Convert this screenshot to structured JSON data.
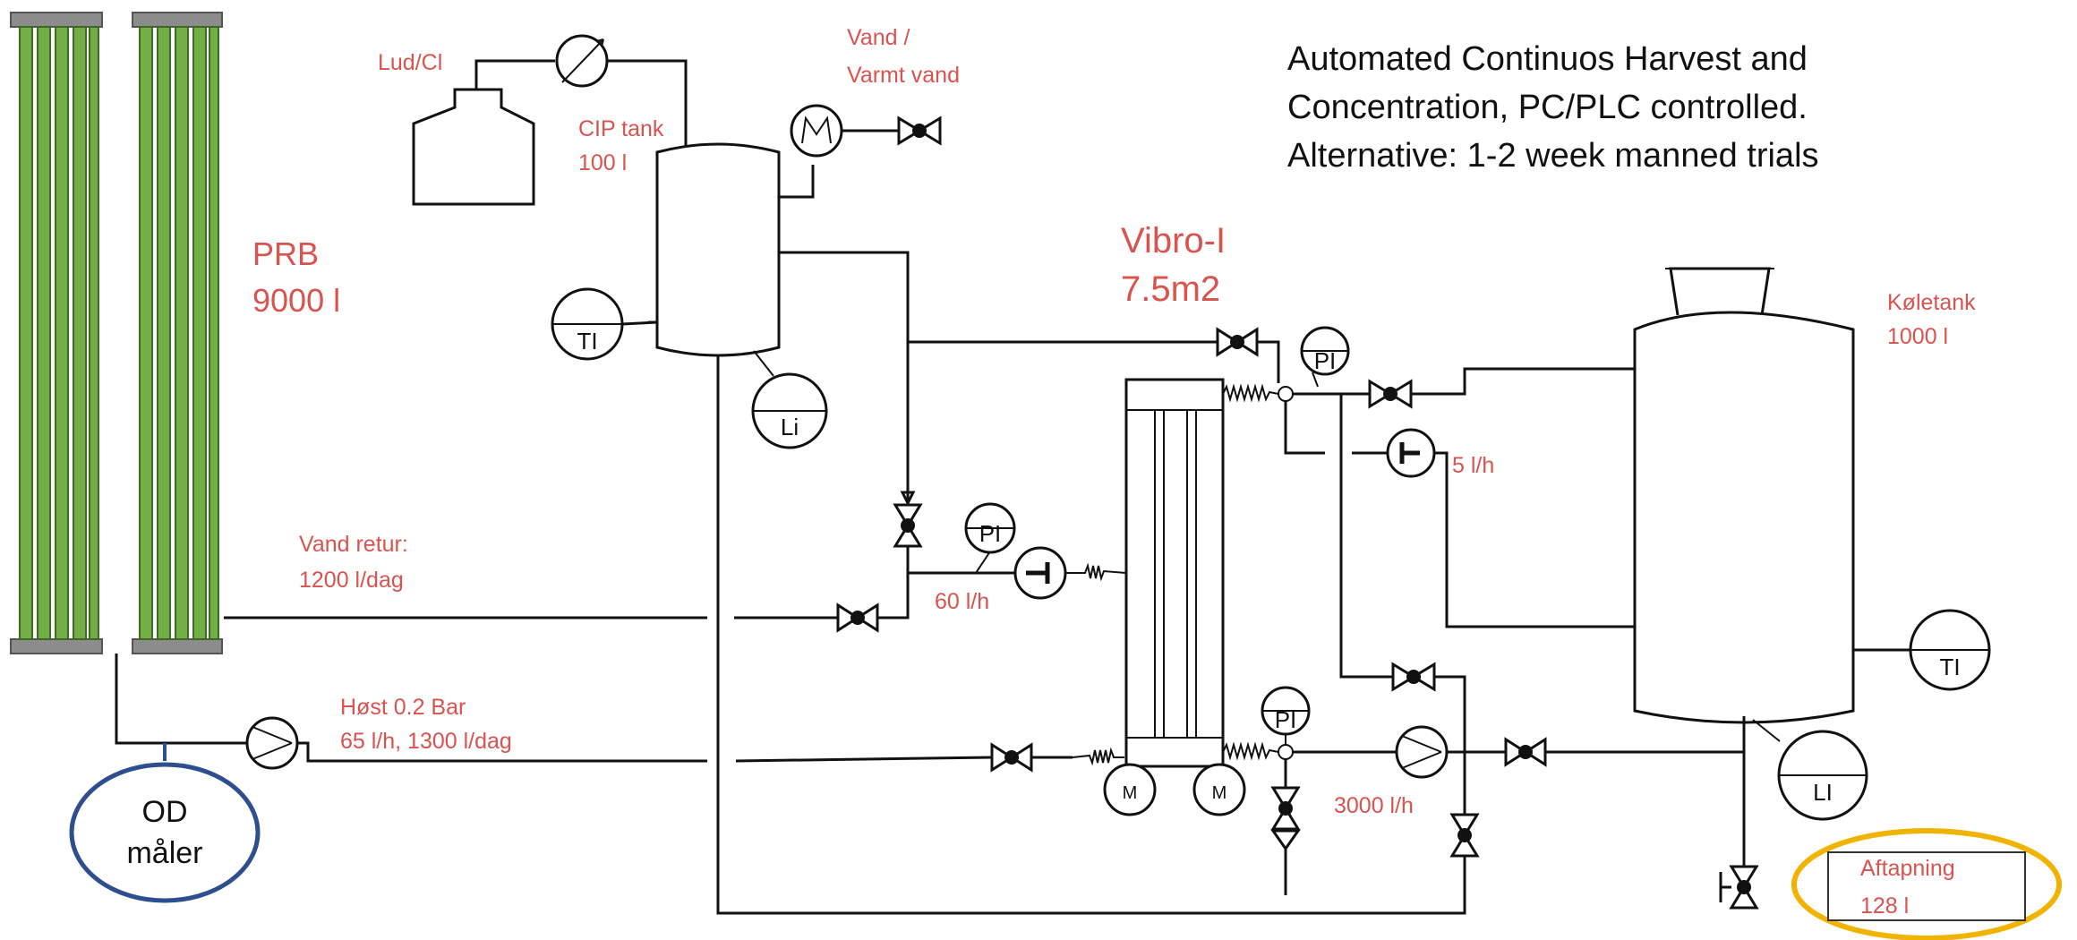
{
  "title": {
    "line1": "Automated Continuos Harvest and",
    "line2": "Concentration, PC/PLC controlled.",
    "line3": "Alternative: 1-2 week manned trials"
  },
  "labels": {
    "lud": "Lud/Cl",
    "vand1": "Vand /",
    "vand2": "Varmt vand",
    "cip1": "CIP tank",
    "cip2": "100 l",
    "prb1": "PRB",
    "prb2": "9000 l",
    "vibro1": "Vibro-I",
    "vibro2": "7.5m2",
    "kole1": "Køletank",
    "kole2": "1000 l",
    "flow5": "5 l/h",
    "retur1": "Vand retur:",
    "retur2": "1200 l/dag",
    "flow60": "60 l/h",
    "host1": "Høst 0.2 Bar",
    "host2": "65 l/h, 1300 l/dag",
    "flow3000": "3000 l/h",
    "aft1": "Aftapning",
    "aft2": "128 l"
  },
  "instruments": {
    "ti": "TI",
    "li_cip": "Li",
    "pi": "PI",
    "li_tank": "LI",
    "motor": "M"
  },
  "od": {
    "line1": "OD",
    "line2": "måler"
  },
  "colors": {
    "annotation": "#d9534f",
    "tube": "#72ad45",
    "od_ring": "#2e4f8f",
    "highlight_ring": "#f0b400"
  }
}
